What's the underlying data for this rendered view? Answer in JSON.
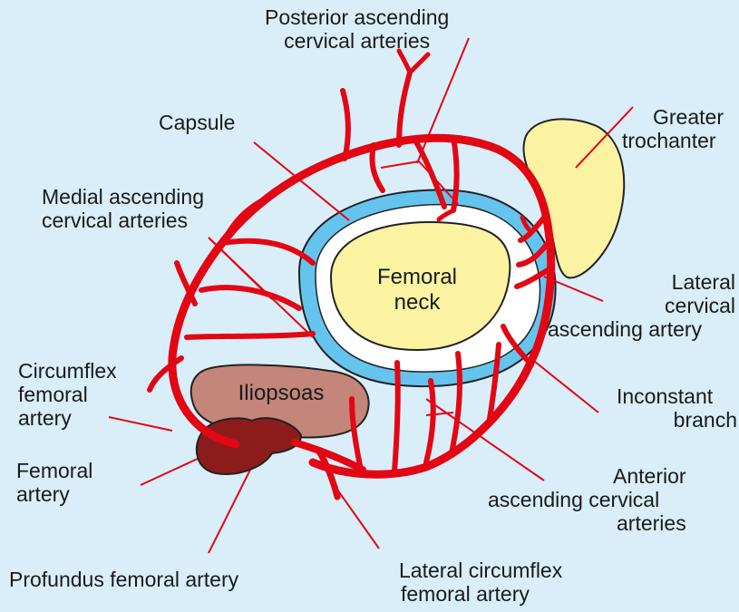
{
  "colors": {
    "background": "#d9eef9",
    "artery": "#e30613",
    "capsule": "#64c4ee",
    "neck": "#fbf3a2",
    "iliopsoas": "#c4857a",
    "femoral_artery": "#8c1c1c"
  },
  "labels": {
    "posterior_ascending": [
      "Posterior ascending",
      "cervical arteries"
    ],
    "capsule": "Capsule",
    "medial_ascending": [
      "Medial ascending",
      "cervical arteries"
    ],
    "greater_trochanter": [
      "Greater",
      "trochanter"
    ],
    "lateral_cervical": [
      "Lateral",
      "cervical",
      "ascending artery"
    ],
    "inconstant_branch": [
      "Inconstant",
      "branch"
    ],
    "circumflex_femoral": [
      "Circumflex",
      "femoral",
      "artery"
    ],
    "femoral_artery": [
      "Femoral",
      "artery"
    ],
    "anterior_ascending": [
      "Anterior",
      "ascending cervical",
      "arteries"
    ],
    "profundus": "Profundus femoral artery",
    "lateral_circumflex": [
      "Lateral circumflex",
      "femoral artery"
    ],
    "femoral_neck": [
      "Femoral",
      "neck"
    ],
    "iliopsoas": "Iliopsoas"
  }
}
